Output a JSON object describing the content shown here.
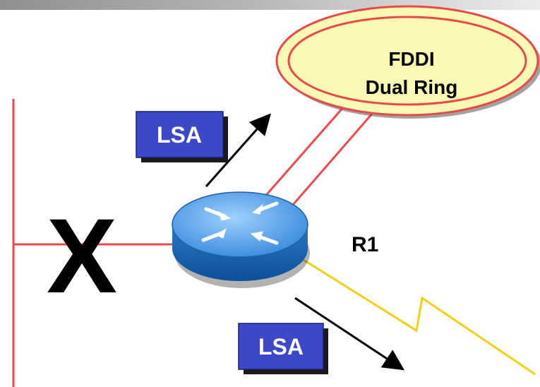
{
  "diagram": {
    "ring": {
      "line1": "FDDI",
      "line2": "Dual Ring"
    },
    "router_label": "R1",
    "failure_mark": "X",
    "lsa_upper": "LSA",
    "lsa_lower": "LSA"
  },
  "colors": {
    "lan_line": "#f0484f",
    "ring_fill": "#fafab4",
    "ring_stroke": "#e84a4a",
    "serial_line": "#f5d010",
    "lsa_fill": "#3c48c8",
    "lsa_shadow": "#1a1a1a",
    "router_body": "#1e7fd0",
    "router_top": "#63b2f0"
  }
}
